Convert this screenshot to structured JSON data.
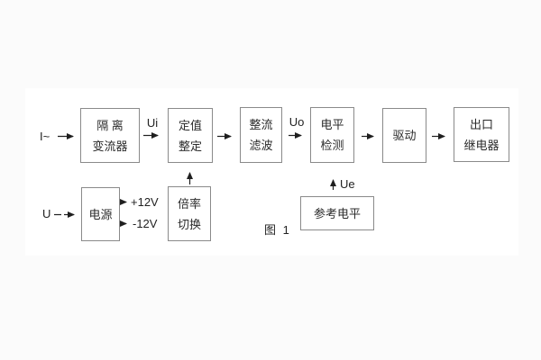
{
  "figure": {
    "caption": "图 1",
    "colors": {
      "page_background": "#fbfbfb",
      "canvas_background": "#ffffff",
      "box_border": "#8a8a8a",
      "line": "#1f1f1f",
      "text": "#2b2b2b"
    }
  },
  "blocks": {
    "isolation": {
      "line1": "隔 离",
      "line2": "变流器"
    },
    "setting": {
      "line1": "定值",
      "line2": "整定"
    },
    "rectifier": {
      "line1": "整流",
      "line2": "滤波"
    },
    "level": {
      "line1": "电平",
      "line2": "检测"
    },
    "drive": {
      "line1": "驱动"
    },
    "output": {
      "line1": "出口",
      "line2": "继电器"
    },
    "power": {
      "line1": "电源"
    },
    "multiplier": {
      "line1": "倍率",
      "line2": "切换"
    },
    "reference": {
      "line1": "参考电平"
    }
  },
  "labels": {
    "input_current": "I~",
    "input_voltage": "U",
    "ui": "Ui",
    "uo": "Uo",
    "ue": "Ue",
    "plus12": "+12V",
    "minus12": "-12V"
  }
}
